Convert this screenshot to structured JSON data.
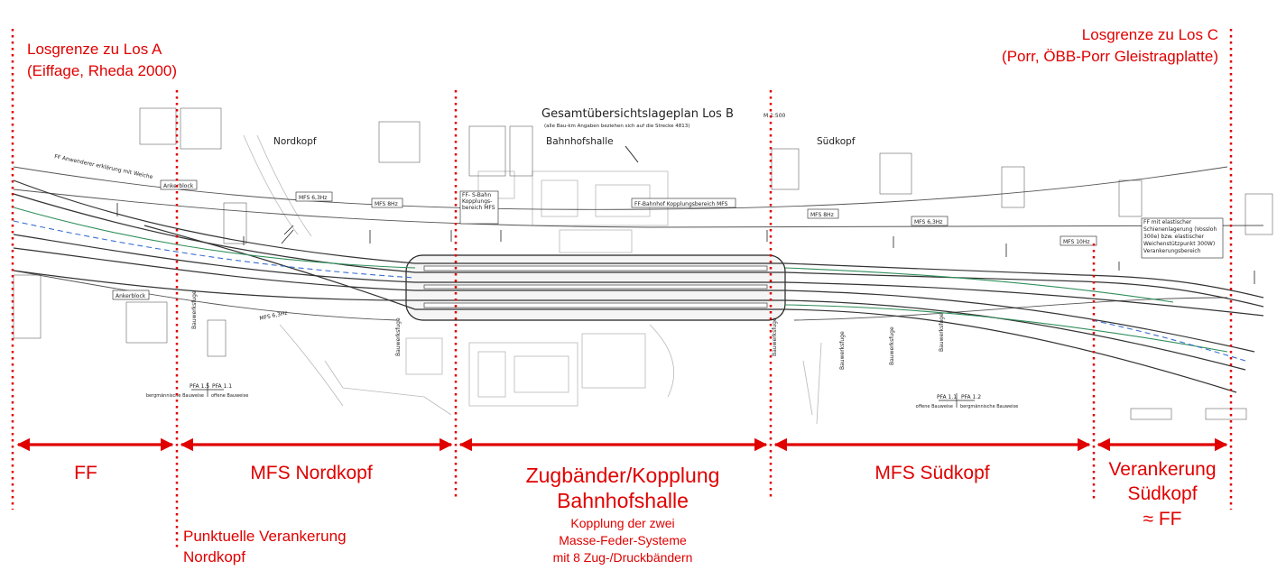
{
  "colors": {
    "accent": "#e00000",
    "track": "#333333",
    "track_green": "#2f8f5a",
    "track_blue": "#3a6fd0"
  },
  "boundaries": {
    "left": {
      "line1": "Losgrenze zu Los A",
      "line2": "(Eiffage, Rheda 2000)"
    },
    "right": {
      "line1": "Losgrenze zu Los C",
      "line2": "(Porr, ÖBB-Porr Gleistragplatte)"
    }
  },
  "plan": {
    "title": "Gesamtübersichtslageplan Los B",
    "scale": "M 1:500",
    "subtitle": "(alle Bau-km Angaben beziehen sich auf die Strecke 4813)",
    "hall_label": "Bahnhofshalle",
    "north_label": "Nordkopf",
    "south_label": "Südkopf",
    "callouts": {
      "ff_weiche": "FF Anwenderer erklärung mit Weiche",
      "ankerblock_top": "Ankerblock",
      "ankerblock_bottom": "Ankerblock",
      "mfs_63_top": "MFS 6,3Hz",
      "mfs_8_north": "MFS 8Hz",
      "mfs_63_bottom": "MFS 6,3Hz",
      "ff_sbahn": "FF- S-Bahn Kopplungs- bereich MFS",
      "ff_bahnhof": "FF-Bahnhof Kopplungsbereich MFS",
      "mfs_8_south": "MFS 8Hz",
      "mfs_63_south": "MFS 6,3Hz",
      "mfs_10": "MFS 10Hz",
      "ff_elastisch": "FF mit elastischer Schienenlagerung (Vossloh 300e) bzw. elastischer Weichenstützpunkt 300W) Verankerungsbereich",
      "bauwerksfuge": "Bauwerksfuge",
      "pfa_north_a": "PFA 1.5",
      "pfa_north_b": "PFA 1.1",
      "pfa_north_left": "bergmännische Bauweise",
      "pfa_north_right": "offene Bauweise",
      "pfa_south_a": "PFA 1.1",
      "pfa_south_b": "PFA 1.2",
      "pfa_south_left": "offene Bauweise",
      "pfa_south_right": "bergmännische Bauweise"
    }
  },
  "segments": [
    {
      "label": "FF"
    },
    {
      "label": "MFS Nordkopf"
    },
    {
      "label": "Zugbänder/Kopplung Bahnhofshalle",
      "line1": "Zugbänder/Kopplung",
      "line2": "Bahnhofshalle"
    },
    {
      "label": "MFS Südkopf"
    },
    {
      "label": "Verankerung Südkopf ≈ FF",
      "line1": "Verankerung",
      "line2": "Südkopf",
      "line3": "≈ FF"
    }
  ],
  "notes": {
    "punktuelle_line1": "Punktuelle Verankerung",
    "punktuelle_line2": "Nordkopf",
    "kopplung_line1": "Kopplung der zwei",
    "kopplung_line2": "Masse-Feder-Systeme",
    "kopplung_line3": "mit 8 Zug-/Druckbändern"
  }
}
